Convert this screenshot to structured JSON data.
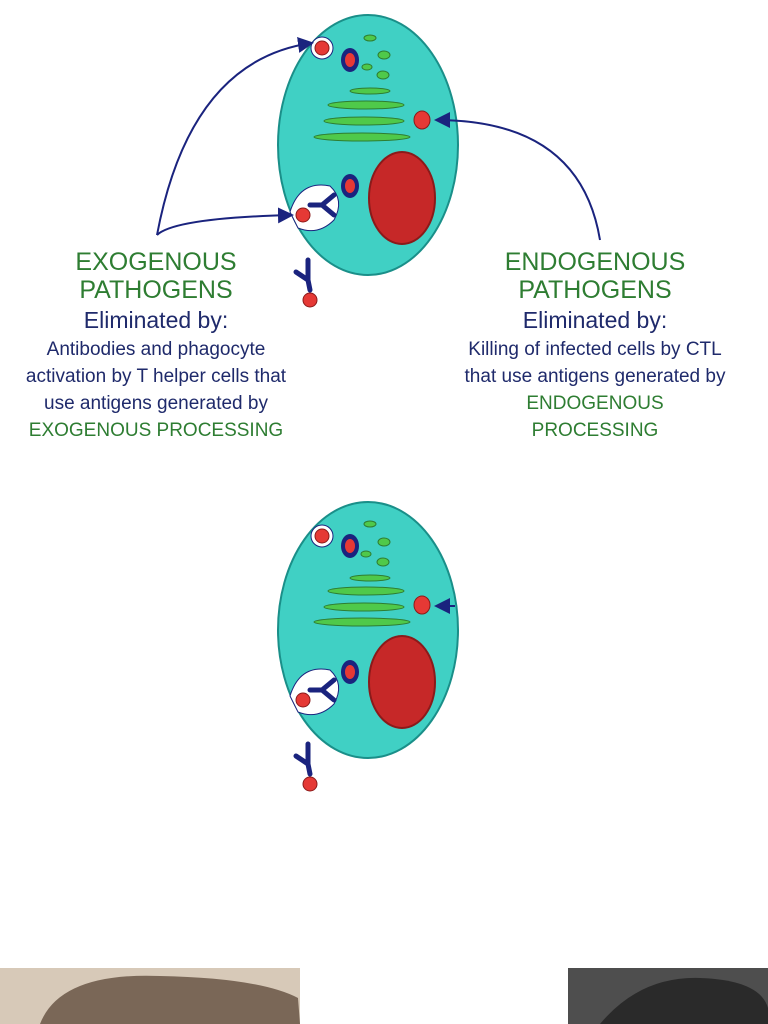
{
  "colors": {
    "cell_fill": "#40d0c4",
    "cell_stroke": "#1a8f89",
    "nucleus": "#c62828",
    "organelle_green": "#4fc94a",
    "pathogen_red": "#e53935",
    "antibody_blue": "#1a237e",
    "label_green": "#2e7d32",
    "label_navy": "#1f2a6b"
  },
  "exogenous": {
    "heading_line1": "EXOGENOUS",
    "heading_line2": "PATHOGENS",
    "eliminated_by": "Eliminated by:",
    "desc_line1": "Antibodies and phagocyte",
    "desc_line2": "activation by T helper cells that",
    "desc_line3": "use antigens generated by",
    "processing": "EXOGENOUS PROCESSING"
  },
  "endogenous": {
    "heading_line1": "ENDOGENOUS",
    "heading_line2": "PATHOGENS",
    "eliminated_by": "Eliminated by:",
    "desc_line1": "Killing of infected cells by CTL",
    "desc_line2": "that use antigens generated by",
    "processing_line1": "ENDOGENOUS",
    "processing_line2": "PROCESSING"
  }
}
